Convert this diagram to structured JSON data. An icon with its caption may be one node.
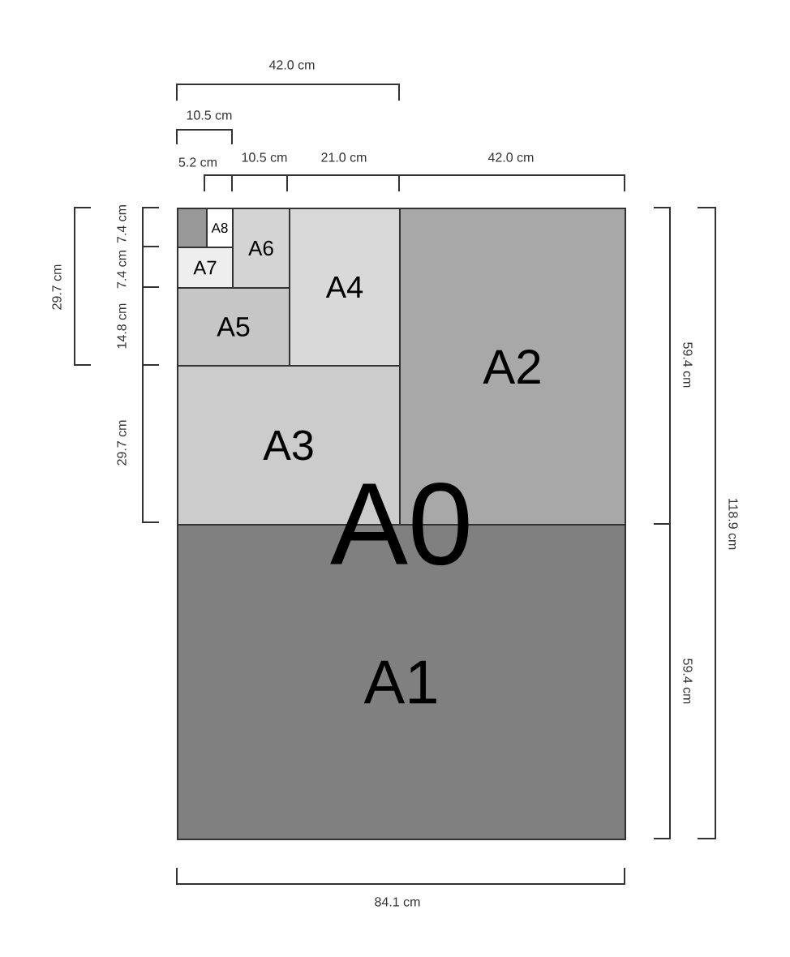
{
  "diagram": {
    "nodes": [
      {
        "text": [
          "A0"
        ]
      },
      {
        "text": [
          "A1"
        ],
        "in": 0
      },
      {
        "text": [
          "A2"
        ],
        "in": 0
      },
      {
        "text": [
          "A3"
        ],
        "in": 0
      },
      {
        "text": [
          "A4"
        ],
        "in": 0
      },
      {
        "text": [
          "A5"
        ],
        "in": 0
      },
      {
        "text": [
          "A6"
        ],
        "in": 0
      },
      {
        "text": [
          "A7"
        ],
        "in": 0
      },
      {
        "text": [
          "A8"
        ],
        "in": 0
      },
      {
        "text": [],
        "shape": "box",
        "in": 0
      }
    ],
    "edges": [],
    "labels": [
      "42.0 cm",
      "10.5 cm",
      "5.2 cm",
      "10.5 cm",
      "21.0 cm",
      "42.0 cm",
      "29.7 cm",
      "7.4 cm",
      "7.4 cm",
      "14.8 cm",
      "29.7 cm",
      "59.4 cm",
      "59.4 cm",
      "118.9 cm",
      "84.1 cm"
    ]
  }
}
